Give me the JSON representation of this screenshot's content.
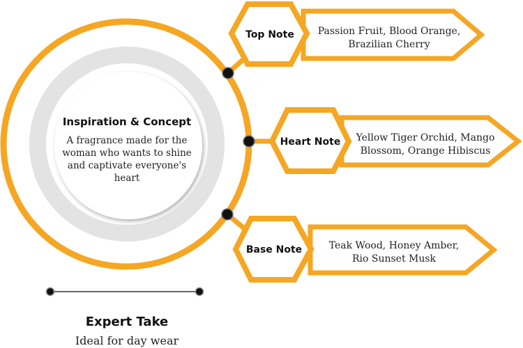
{
  "colors": {
    "accent": "#F5A623",
    "dot": "#111111",
    "ring": "#E3E3E3"
  },
  "concept": {
    "title": "Inspiration & Concept",
    "lines": [
      "A fragrance made for the",
      "woman who wants to shine",
      "and captivate everyone's",
      "heart"
    ]
  },
  "notes": [
    {
      "label": "Top Note",
      "lines": [
        "Passion Fruit, Blood Orange,",
        "Brazilian Cherry"
      ]
    },
    {
      "label": "Heart Note",
      "lines": [
        "Yellow Tiger Orchid, Mango",
        "Blossom, Orange Hibiscus"
      ]
    },
    {
      "label": "Base Note",
      "lines": [
        "Teak Wood, Honey Amber,",
        "Rio Sunset Musk"
      ]
    }
  ],
  "expert": {
    "title": "Expert Take",
    "text": "Ideal for day wear"
  }
}
